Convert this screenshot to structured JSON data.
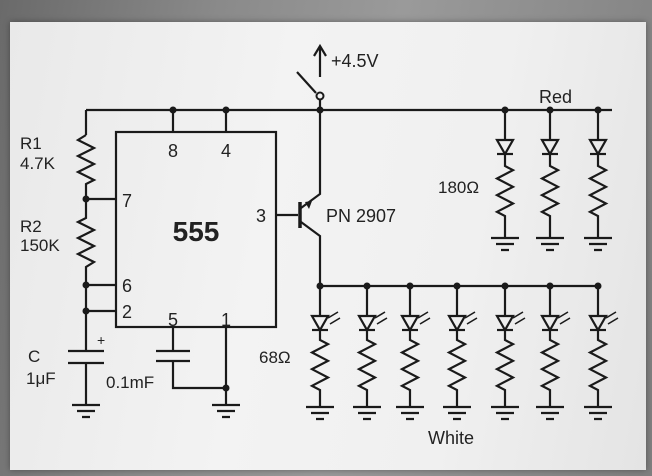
{
  "supply_label": "+4.5V",
  "ic": {
    "name": "555",
    "pins": [
      "8",
      "4",
      "7",
      "3",
      "6",
      "2",
      "5",
      "1"
    ]
  },
  "r1": {
    "name": "R1",
    "value": "4.7K"
  },
  "r2": {
    "name": "R2",
    "value": "150K"
  },
  "c1": {
    "name": "C",
    "value": "1μF",
    "polarity": "+"
  },
  "c2": {
    "value": "0.1mF"
  },
  "transistor": "PN 2907",
  "red_group": {
    "label": "Red",
    "resistor": "180Ω",
    "count": 3
  },
  "white_group": {
    "label": "White",
    "resistor": "68Ω",
    "count": 7
  }
}
